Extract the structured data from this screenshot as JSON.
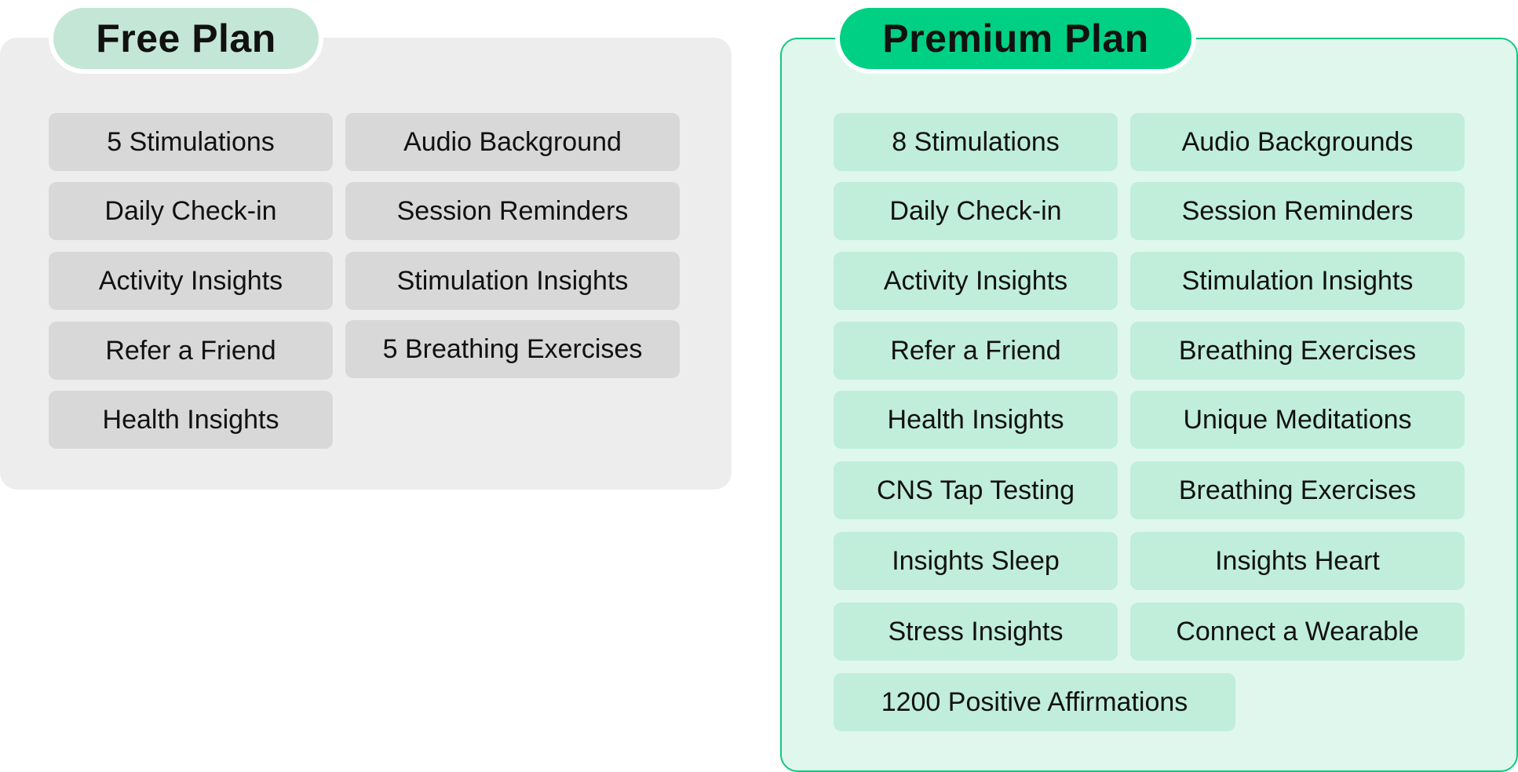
{
  "colors": {
    "free_panel_bg": "#ededed",
    "free_pill_bg": "#c4e6d6",
    "free_cell_bg": "#d8d8d8",
    "premium_panel_bg": "#e0f7ee",
    "premium_border": "#12c87e",
    "premium_pill_bg": "#00d084",
    "premium_cell_bg": "#c0eedb"
  },
  "free_plan": {
    "title": "Free Plan",
    "features": [
      "5 Stimulations",
      "Audio Background",
      "Daily Check-in",
      "Session Reminders",
      "Activity Insights",
      "Stimulation Insights",
      "Refer a Friend",
      "5 Breathing Exercises",
      "Health Insights"
    ]
  },
  "premium_plan": {
    "title": "Premium Plan",
    "features": [
      "8 Stimulations",
      "Audio Backgrounds",
      "Daily Check-in",
      "Session Reminders",
      "Activity Insights",
      "Stimulation Insights",
      "Refer a Friend",
      "Breathing Exercises",
      "Health Insights",
      "Unique Meditations",
      "CNS Tap Testing",
      "Breathing Exercises",
      "Insights Sleep",
      "Insights Heart",
      "Stress Insights",
      "Connect a Wearable",
      "1200 Positive Affirmations"
    ]
  }
}
